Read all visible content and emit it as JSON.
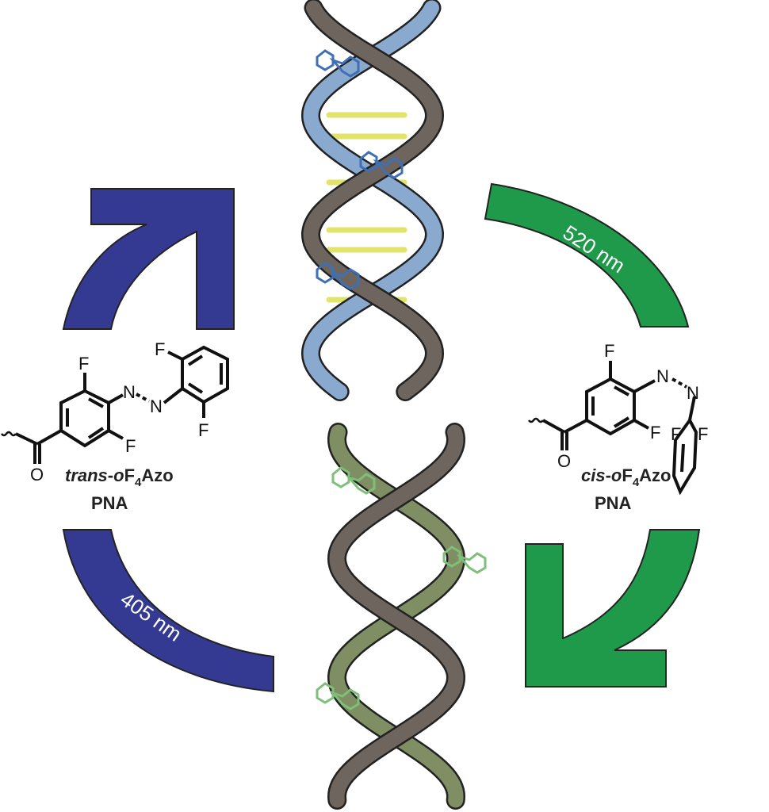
{
  "colors": {
    "blue": "#343a92",
    "green": "#1f9a4a",
    "strand_dark": "#6e665e",
    "strand_light": "#8aa9cf",
    "strand_navy": "#3a3d9a",
    "strand_gray": "#c8c8c8",
    "strand_olive": "#7f8f63",
    "strand_green": "#1f9a4a",
    "base_yellow": "#e2e36a",
    "azo_blue": "#3f6fb5",
    "azo_green": "#7fbf7a"
  },
  "arcs": {
    "top_right_label": "520 nm",
    "bottom_left_label": "405 nm"
  },
  "trans_molecule": {
    "atoms": {
      "f1": "F",
      "f2": "F",
      "f3": "F",
      "f4": "F",
      "n1": "N",
      "n2": "N",
      "o": "O"
    },
    "name": {
      "prefix": "trans",
      "dash": "-",
      "o": "o",
      "f": "F",
      "sub": "4",
      "azo": "Azo"
    },
    "type": "PNA"
  },
  "cis_molecule": {
    "atoms": {
      "f1": "F",
      "f2": "F",
      "f3": "F",
      "f4": "F",
      "n1": "N",
      "n2": "N",
      "o": "O"
    },
    "name": {
      "prefix": "cis",
      "dash": "-",
      "o": "o",
      "f": "F",
      "sub": "4",
      "azo": "Azo"
    },
    "type": "PNA"
  }
}
